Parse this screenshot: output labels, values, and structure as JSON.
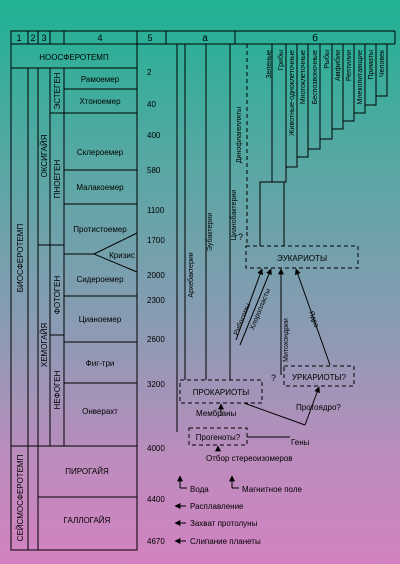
{
  "columns": {
    "c1": "1",
    "c2": "2",
    "c3": "3",
    "c4": "4",
    "c5": "5",
    "a": "а",
    "b": "б"
  },
  "eons": {
    "noosphere": "НООСФЕРОТЕМП",
    "biosphere": "БИОСФЕРОТЕМП",
    "seismosphere": "СЕЙСМОСФЕРОТЕМП"
  },
  "eras": {
    "oxigeya": "ОКСИГАЙЯ",
    "hemogaya": "ХЕМОГАЙЯ",
    "pirogaya": "ПИРОГАЙЯ",
    "gallogaya": "ГАЛЛОГАЙЯ"
  },
  "periods": {
    "estegen": "ЭСТЕГЕН",
    "pnoegen": "ПНОЕГЕН",
    "fotogen": "ФОТОГЕН",
    "nefogen": "НЕФОГЕН"
  },
  "stages": {
    "ramoemer": "Рамоемер",
    "khtonoemer": "Хтоноемер",
    "skleroemer": "Склероемер",
    "malakoemer": "Малакоемер",
    "protistoemer": "Протистоемер",
    "krizis": "Кризис",
    "sideroemer": "Сидероемер",
    "tsianoemer": "Цианоемер",
    "figtri": "Фиг-три",
    "onverwacht": "Онверахт"
  },
  "ages": [
    "2",
    "40",
    "400",
    "580",
    "1100",
    "1700",
    "2000",
    "2300",
    "2600",
    "3200",
    "4000",
    "4400",
    "4670"
  ],
  "branches_b": [
    "Зеленые",
    "Грибы",
    "Животные-одноклеточные",
    "Многоклеточные",
    "Беспозвоночные",
    "Рыбы",
    "Амфибии",
    "Рептилии",
    "Млекопитающие",
    "Приматы",
    "Человек"
  ],
  "labels_a": {
    "archaebacteria": "Архебактерии",
    "eubacteria": "Эубактерии",
    "cyanobacteria": "Цианобактерии",
    "dinoflagellates": "Динофлагелляты",
    "ribosomes": "Рибосомы",
    "chloroplasts": "Хлоропласты",
    "mitochondria": "Митохондрии",
    "nucleus": "Ядро"
  },
  "question": "?",
  "boxes": {
    "eukaryotes": "ЭУКАРИОТЫ",
    "prokaryotes": "ПРОКАРИОТЫ",
    "urkaryotes": "УРКАРИОТЫ?",
    "progenotes": "Прогеноты?"
  },
  "notes": {
    "membranes": "Мембраны",
    "protonucleus": "Протоядро?",
    "genes": "Гены",
    "stereo_selection": "Отбор стереоизомеров",
    "water": "Вода",
    "magnetic_field": "Магнитное поле",
    "stratification": "Расплавление",
    "moon_capture": "Захват протолуны",
    "planet_merger": "Слипание планеты"
  }
}
